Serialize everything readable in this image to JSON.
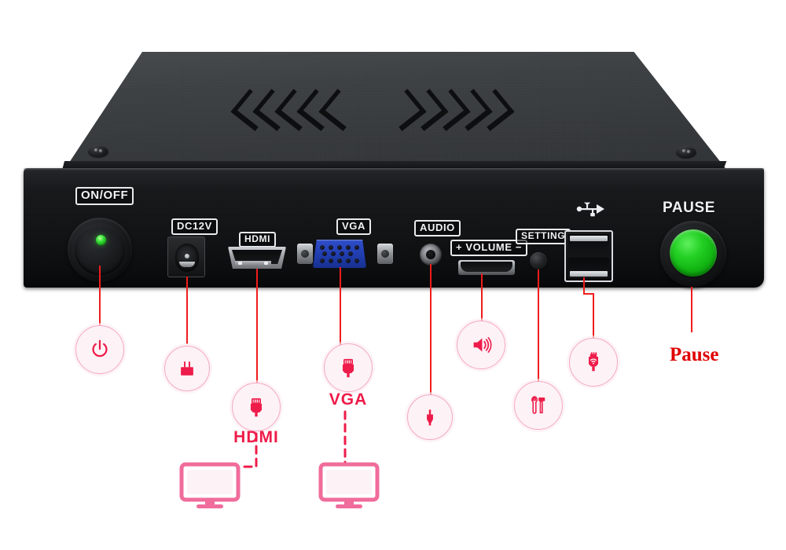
{
  "product": {
    "type": "mini-pc-media-player-box",
    "chassis_color": "#101214",
    "accent_green": "#1cc41c",
    "leader_line_color": "#ef1c1c",
    "icon_accent": "#ee1c4a",
    "icon_bubble_fill": "#fdf2f6"
  },
  "device_labels": {
    "power": "ON/OFF",
    "dc": "DC12V",
    "hdmi": "HDMI",
    "vga": "VGA",
    "audio": "AUDIO",
    "volume": "+ VOLUME −",
    "setting": "SETTING",
    "pause": "PAUSE"
  },
  "features": [
    {
      "id": "power",
      "icon": "power-symbol-icon",
      "caption": ""
    },
    {
      "id": "dc12v",
      "icon": "power-plug-icon",
      "caption": ""
    },
    {
      "id": "hdmi",
      "icon": "hdmi-connector-icon",
      "caption": "HDMI"
    },
    {
      "id": "vga",
      "icon": "vga-connector-icon",
      "caption": "VGA"
    },
    {
      "id": "audio",
      "icon": "audio-jack-icon",
      "caption": ""
    },
    {
      "id": "volume",
      "icon": "speaker-volume-icon",
      "caption": ""
    },
    {
      "id": "setting",
      "icon": "tools-icon",
      "caption": ""
    },
    {
      "id": "usb",
      "icon": "usb-wifi-adapter-icon",
      "caption": ""
    },
    {
      "id": "pause",
      "icon": "none",
      "caption": "Pause"
    }
  ],
  "displays": [
    {
      "id": "hdmi-monitor",
      "icon": "monitor-icon"
    },
    {
      "id": "vga-monitor",
      "icon": "monitor-icon"
    }
  ]
}
